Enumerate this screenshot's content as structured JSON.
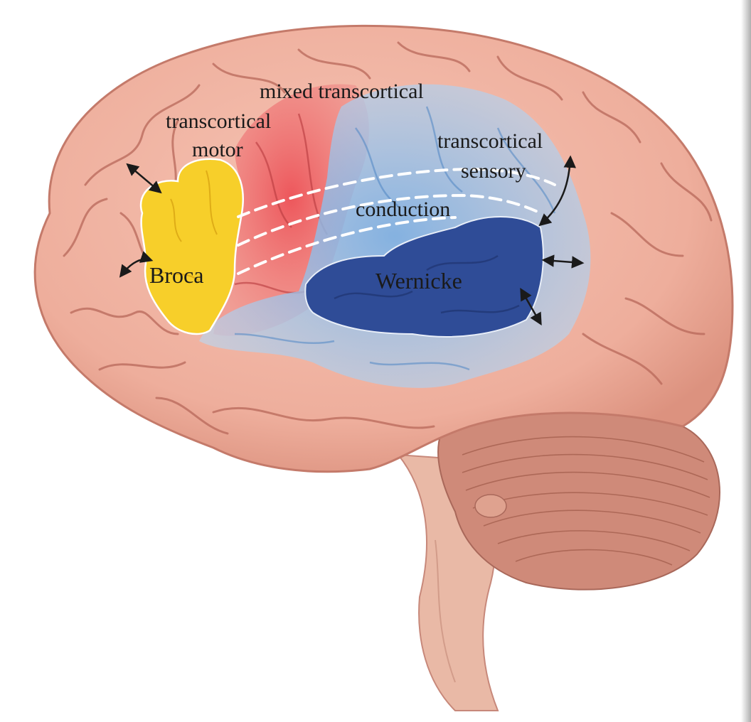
{
  "labels": {
    "mixed_transcortical": "mixed transcortical",
    "transcortical_motor_line1": "transcortical",
    "transcortical_motor_line2": "motor",
    "transcortical_sensory_line1": "transcortical",
    "transcortical_sensory_line2": "sensory",
    "conduction": "conduction",
    "broca": "Broca",
    "wernicke": "Wernicke"
  },
  "colors": {
    "cortex": "#eeae9c",
    "cortex_outline": "#c47a6a",
    "sulcus": "#b8685a",
    "broca": "#f7cf2a",
    "transcortical_motor": "#e85a5f",
    "transcortical_sensory": "#8fbfea",
    "wernicke": "#2f4c97",
    "cerebellum": "#cf8a79",
    "brainstem": "#e9b9a6",
    "arrow": "#1a1a1a",
    "pathway": "#ffffff"
  }
}
